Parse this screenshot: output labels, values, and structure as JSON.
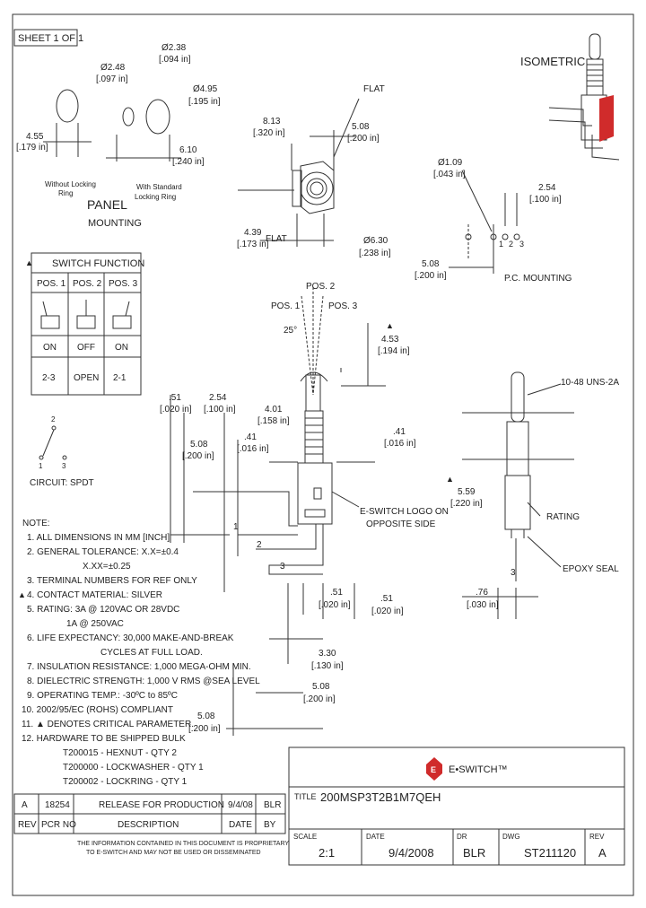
{
  "sheet": "SHEET 1 OF 1",
  "isometric_label": "ISOMETRIC",
  "panel": {
    "d1": "Ø2.48",
    "d1_in": "[.097 in]",
    "d2": "Ø2.38",
    "d2_in": "[.094 in]",
    "d3": "Ø4.95",
    "d3_in": "[.195 in]",
    "w1": "4.55",
    "w1_in": "[.179 in]",
    "w2": "6.10",
    "w2_in": "[.240 in]",
    "note1a": "Without Locking",
    "note1b": "Ring",
    "note2a": "With Standard",
    "note2b": "Locking Ring",
    "title1": "PANEL",
    "title2": "MOUNTING"
  },
  "side_view": {
    "flat_top": "FLAT",
    "flat_bottom": "FLAT",
    "d813": "8.13",
    "d813_in": "[.320 in]",
    "d508": "5.08",
    "d508_in": "[.200 in]",
    "d439": "4.39",
    "d439_in": "[.173 in]",
    "d630": "Ø6.30",
    "d630_in": "[.238 in]"
  },
  "pc_mounting": {
    "hole": "Ø1.09",
    "hole_in": "[.043 in]",
    "pitch": "2.54",
    "pitch_in": "[.100 in]",
    "row": "5.08",
    "row_in": "[.200 in]",
    "pin1": "1",
    "pin2": "2",
    "pin3": "3",
    "title": "P.C. MOUNTING"
  },
  "switch_function": {
    "title": "SWITCH FUNCTION",
    "headers": [
      "POS. 1",
      "POS. 2",
      "POS. 3"
    ],
    "states": [
      "ON",
      "OFF",
      "ON"
    ],
    "terminals": [
      "2-3",
      "OPEN",
      "2-1"
    ]
  },
  "circuit": {
    "t2": "2",
    "t1": "1",
    "t3": "3",
    "label": "CIRCUIT: SPDT"
  },
  "front_view": {
    "pos1": "POS. 1",
    "pos2": "POS. 2",
    "pos3": "POS. 3",
    "angle": "25°",
    "d453": "4.53",
    "d453_in": "[.194 in]",
    "d51a": ".51",
    "d51a_in": "[.020 in]",
    "d254": "2.54",
    "d254_in": "[.100 in]",
    "d401": "4.01",
    "d401_in": "[.158 in]",
    "d508a": "5.08",
    "d508a_in": "[.200 in]",
    "d41a": ".41",
    "d41a_in": "[.016 in]",
    "d41b": ".41",
    "d41b_in": "[.016 in]",
    "logo_note1": "E-SWITCH LOGO ON",
    "logo_note2": "OPPOSITE SIDE",
    "n1": "1",
    "n2": "2",
    "n3": "3",
    "d51b": ".51",
    "d51b_in": "[.020 in]",
    "d51c": ".51",
    "d51c_in": "[.020 in]",
    "d330": "3.30",
    "d330_in": "[.130 in]",
    "d508b": "5.08",
    "d508b_in": "[.200 in]",
    "d508c": "5.08",
    "d508c_in": "[.200 in]"
  },
  "end_view": {
    "thread": "10-48 UNS-2A",
    "d559": "5.59",
    "d559_in": "[.220 in]",
    "rating": "RATING",
    "epoxy": "EPOXY SEAL",
    "d76": ".76",
    "d76_in": "[.030 in]",
    "pin": "3"
  },
  "notes": [
    "NOTE:",
    "1. ALL DIMENSIONS IN MM [INCH]",
    "2. GENERAL TOLERANCE: X.X=±0.4",
    "X.XX=±0.25",
    "3. TERMINAL NUMBERS FOR REF ONLY",
    "4. CONTACT MATERIAL: SILVER",
    "5. RATING: 3A @ 120VAC OR 28VDC",
    "1A @ 250VAC",
    "6. LIFE EXPECTANCY: 30,000 MAKE-AND-BREAK",
    "CYCLES AT FULL LOAD.",
    "7. INSULATION RESISTANCE: 1,000 MEGA-OHM MIN.",
    "8. DIELECTRIC STRENGTH: 1,000 V RMS @SEA LEVEL",
    "9. OPERATING TEMP.: -30ºC to 85ºC",
    "10. 2002/95/EC (ROHS) COMPLIANT",
    "11. ▲ DENOTES CRITICAL PARAMETER.",
    "12. HARDWARE TO BE SHIPPED BULK",
    "T200015 - HEXNUT - QTY 2",
    "T200000 - LOCKWASHER - QTY 1",
    "T200002 - LOCKRING - QTY 1"
  ],
  "revision": {
    "rev": "A",
    "pcr": "18254",
    "desc": "RELEASE FOR PRODUCTION",
    "date": "9/4/08",
    "by": "BLR",
    "h_rev": "REV",
    "h_pcr": "PCR NO",
    "h_desc": "DESCRIPTION",
    "h_date": "DATE",
    "h_by": "BY"
  },
  "disclaimer1": "THE INFORMATION CONTAINED IN THIS DOCUMENT IS PROPRIETARY",
  "disclaimer2": "TO E-SWITCH AND MAY NOT BE USED OR DISSEMINATED",
  "title_block": {
    "logo": "E•SWITCH™",
    "title_label": "TITLE",
    "title": "200MSP3T2B1M7QEH",
    "scale_label": "SCALE",
    "scale": "2:1",
    "date_label": "DATE",
    "date": "9/4/2008",
    "dr_label": "DR",
    "dr": "BLR",
    "dwg_label": "DWG",
    "dwg": "ST211120",
    "rev_label": "REV",
    "rev": "A"
  },
  "colors": {
    "brand": "#d02b2b",
    "line": "#333333"
  }
}
